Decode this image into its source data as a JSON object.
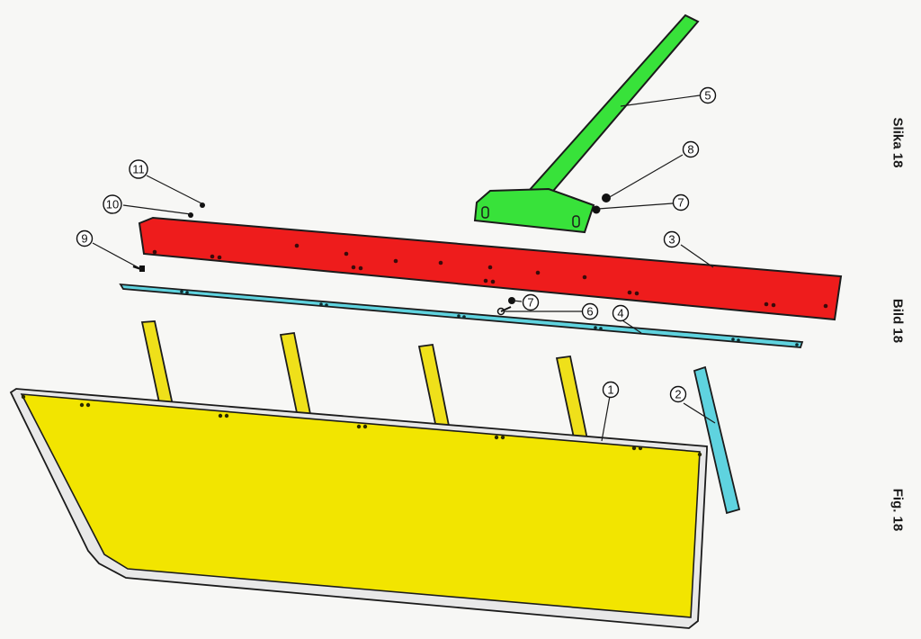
{
  "side_labels": [
    "Slika 18",
    "Bild 18",
    "Fig. 18"
  ],
  "callouts": [
    "1",
    "2",
    "3",
    "4",
    "5",
    "6",
    "7",
    "7",
    "8",
    "9",
    "10",
    "11"
  ],
  "colors": {
    "panel": "#f2e500",
    "braces": "#efe01a",
    "profile": "#ee1c1c",
    "strip": "#5fd3df",
    "arm": "#38e23a",
    "edging": "#e8e8e8",
    "outline": "#1b1b1b"
  },
  "icons": [
    "bolt-icon",
    "screw-icon",
    "nut-icon"
  ]
}
